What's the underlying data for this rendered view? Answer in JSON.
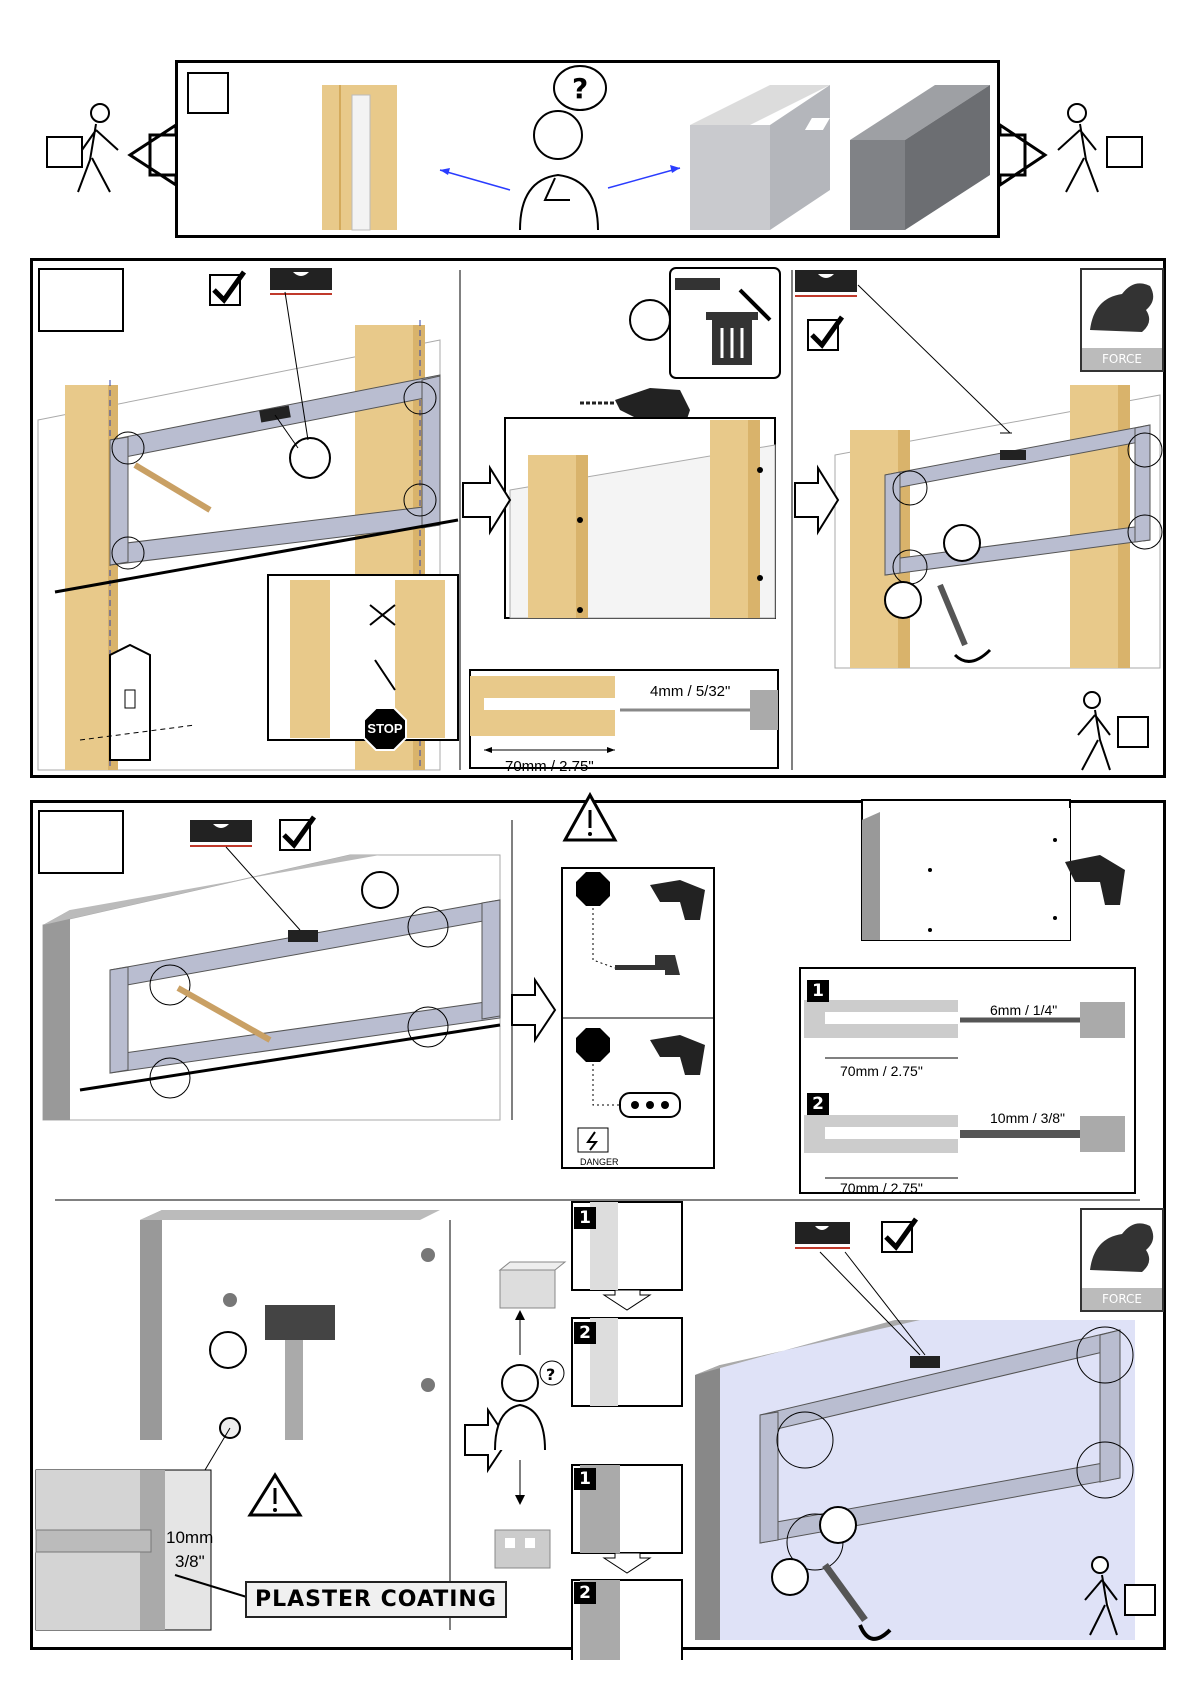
{
  "labels": {
    "force": "FORCE",
    "stop": "STOP",
    "danger": "DANGER",
    "plaster_coating": "PLASTER COATING",
    "drill_4mm": "4mm / 5/32\"",
    "depth_70": "70mm / 2.75\"",
    "drill_6mm": "6mm / 1/4\"",
    "drill_10mm": "10mm / 3/8\"",
    "plaster_10mm": "10mm",
    "plaster_3_8": "3/8\"",
    "step_1": "1",
    "step_2": "2",
    "question": "?"
  },
  "colors": {
    "wood": "#e8c98a",
    "bracket": "#b9bdd0",
    "bubble_level": "#222222",
    "level_line": "#c0392b",
    "bluefield": "#dfe2f7",
    "arrow_blue": "#2a3cff"
  },
  "icons": [
    "walking-person-icon",
    "confused-person-icon",
    "spirit-level-icon",
    "checkmark-icon",
    "stop-sign-icon",
    "drill-icon",
    "trash-icon",
    "strong-arm-icon",
    "warning-icon",
    "faucet-icon",
    "power-outlet-icon",
    "hammer-icon",
    "wrench-icon"
  ]
}
